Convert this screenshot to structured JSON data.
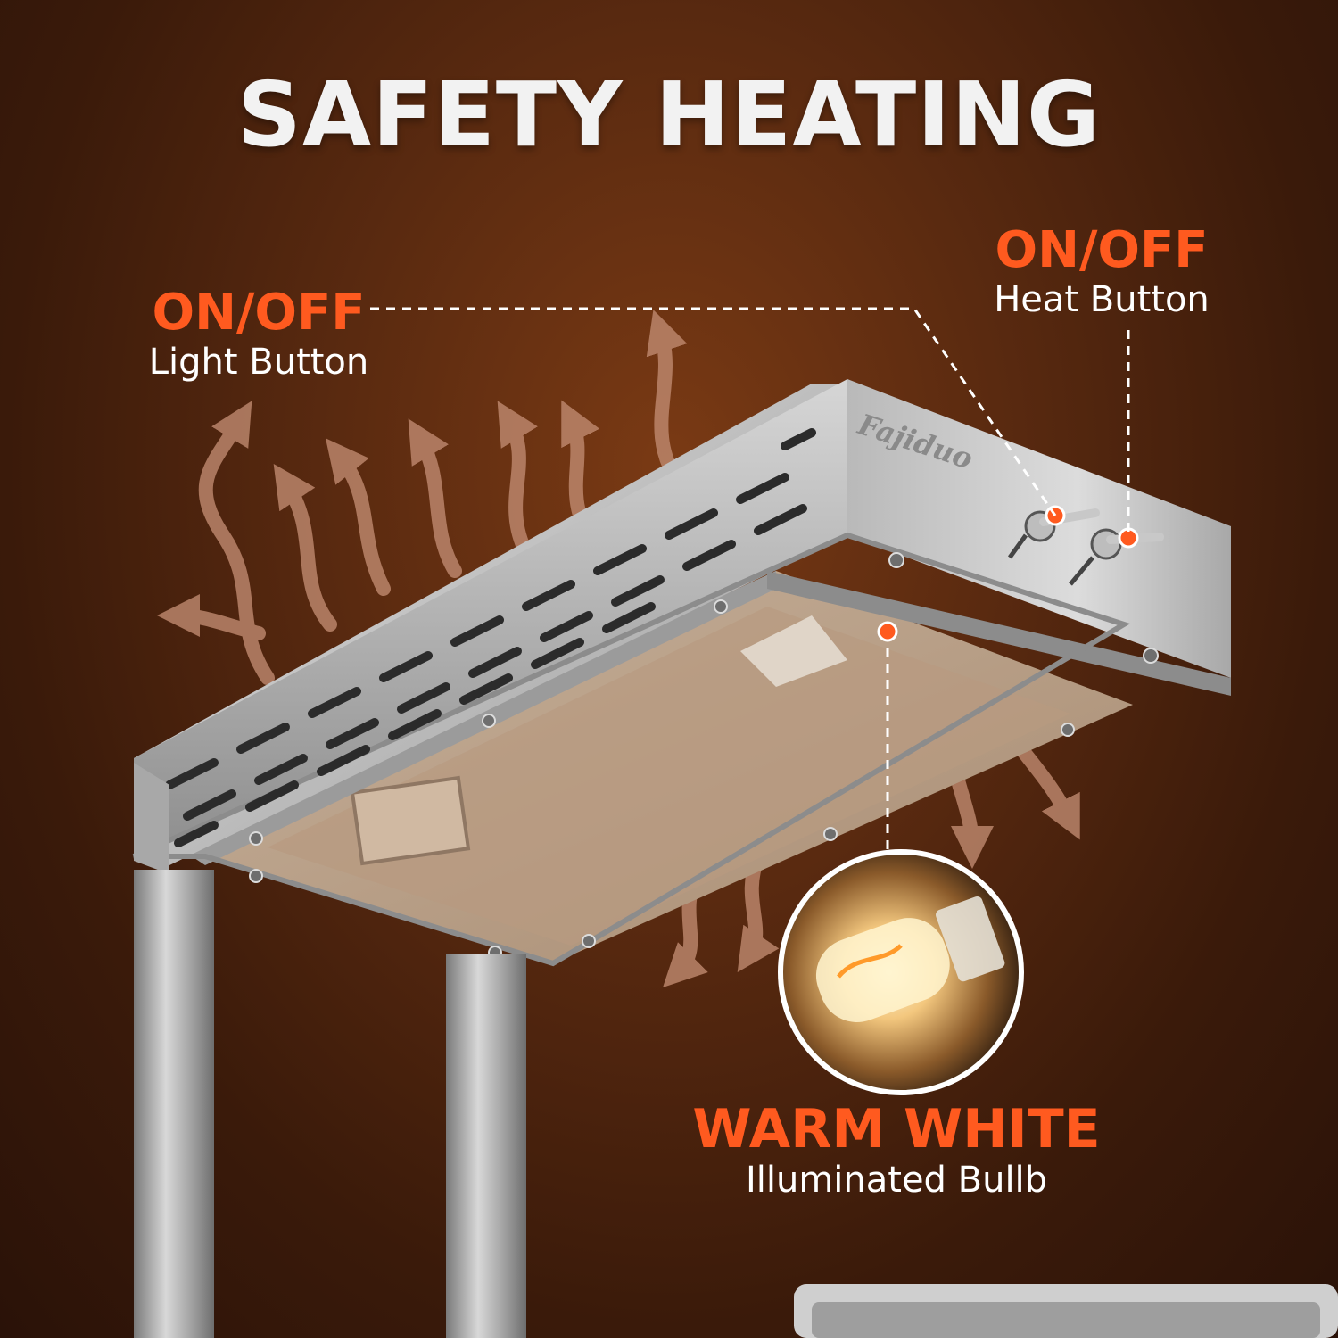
{
  "title": "SAFETY HEATING",
  "callouts": {
    "light": {
      "heading": "ON/OFF",
      "caption": "Light Button"
    },
    "heat": {
      "heading": "ON/OFF",
      "caption": "Heat Button"
    },
    "bulb": {
      "heading": "WARM WHITE",
      "caption": "Illuminated Bullb"
    }
  },
  "brand_logo_text": "Fajiduo",
  "colors": {
    "accent": "#ff5a1f",
    "background": "#5a2a10",
    "steel": "#c9c9c9",
    "heat_arrow": "#c08a70"
  },
  "icons": [
    "heat-wave-arrow-icon",
    "toggle-switch-icon",
    "bulb-icon"
  ]
}
